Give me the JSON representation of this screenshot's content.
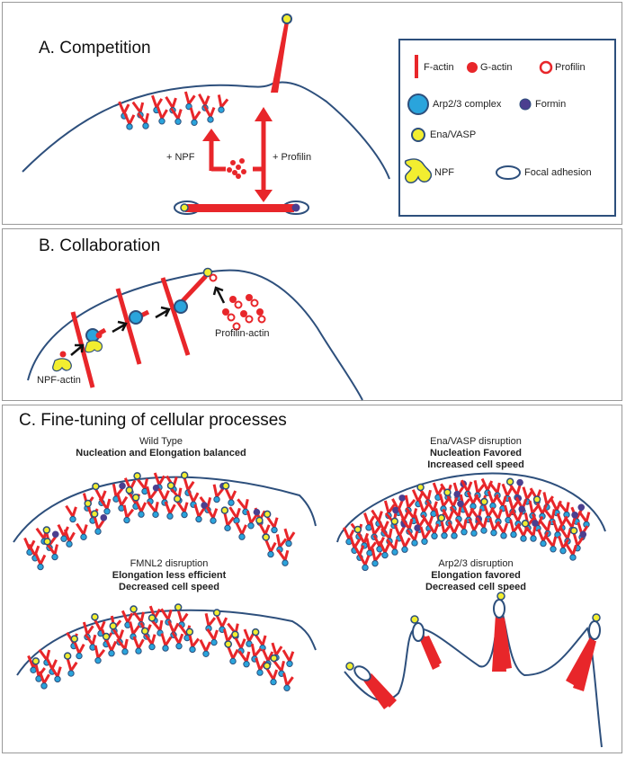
{
  "panel_a": {
    "title": "A. Competition",
    "label_npf": "+ NPF",
    "label_profilin": "+ Profilin"
  },
  "legend": {
    "f_actin": "F-actin",
    "g_actin": "G-actin",
    "profilin": "Profilin",
    "arp23": "Arp2/3 complex",
    "formin": "Formin",
    "ena_vasp": "Ena/VASP",
    "npf": "NPF",
    "focal_adhesion": "Focal adhesion"
  },
  "panel_b": {
    "title": "B. Collaboration",
    "label_profilin_actin": "Profilin-actin",
    "label_npf_actin": "NPF-actin"
  },
  "panel_c": {
    "title": "C. Fine-tuning of cellular processes",
    "wild_type": {
      "line1": "Wild Type",
      "line2": "Nucleation and Elongation balanced"
    },
    "ena_vasp": {
      "line1": "Ena/VASP disruption",
      "line2": "Nucleation Favored",
      "line3": "Increased cell speed"
    },
    "fmnl2": {
      "line1": "FMNL2 disruption",
      "line2": "Elongation less efficient",
      "line3": "Decreased cell speed"
    },
    "arp23": {
      "line1": "Arp2/3 disruption",
      "line2": "Elongation favored",
      "line3": "Decreased cell speed"
    }
  },
  "colors": {
    "actin_red": "#e8262a",
    "arp_blue": "#2aa4dc",
    "formin_purple": "#4b3f8f",
    "ena_yellow": "#f2ee30",
    "outline_blue": "#2d4f7c"
  }
}
